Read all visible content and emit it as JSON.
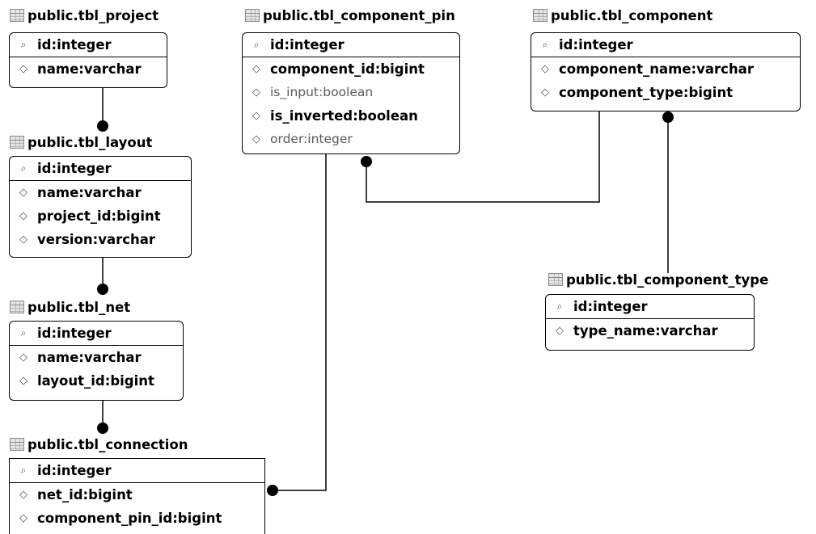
{
  "tables": {
    "project": {
      "title": "public.tbl_project",
      "pk": "id:integer",
      "fields": [
        "name:varchar"
      ]
    },
    "layout": {
      "title": "public.tbl_layout",
      "pk": "id:integer",
      "fields": [
        "name:varchar",
        "project_id:bigint",
        "version:varchar"
      ]
    },
    "net": {
      "title": "public.tbl_net",
      "pk": "id:integer",
      "fields": [
        "name:varchar",
        "layout_id:bigint"
      ]
    },
    "connection": {
      "title": "public.tbl_connection",
      "pk": "id:integer",
      "fields": [
        "net_id:bigint",
        "component_pin_id:bigint"
      ]
    },
    "component_pin": {
      "title": "public.tbl_component_pin",
      "pk": "id:integer",
      "fields": [
        "component_id:bigint",
        "is_input:boolean",
        "is_inverted:boolean",
        "order:integer"
      ]
    },
    "component": {
      "title": "public.tbl_component",
      "pk": "id:integer",
      "fields": [
        "component_name:varchar",
        "component_type:bigint"
      ]
    },
    "component_type": {
      "title": "public.tbl_component_type",
      "pk": "id:integer",
      "fields": [
        "type_name:varchar"
      ]
    }
  },
  "icons": {
    "table": "table-icon",
    "primary_key": "key-icon",
    "column": "diamond-icon"
  },
  "colors": {
    "line": "#000000",
    "icon_gray": "#8a8a8a",
    "light_text": "#5a5a5a"
  }
}
